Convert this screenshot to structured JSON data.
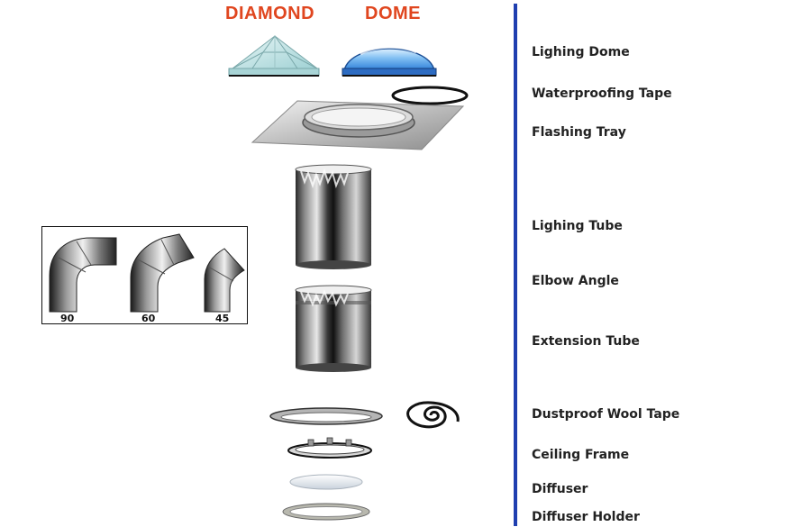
{
  "domes": {
    "diamond_title": "DIAMOND",
    "dome_title": "DOME"
  },
  "parts": [
    {
      "label": "Lighing Dome"
    },
    {
      "label": "Waterproofing Tape"
    },
    {
      "label": "Flashing Tray"
    },
    {
      "label": "Lighing Tube"
    },
    {
      "label": "Elbow Angle"
    },
    {
      "label": "Extension Tube"
    },
    {
      "label": "Dustproof Wool Tape"
    },
    {
      "label": "Ceiling Frame"
    },
    {
      "label": "Diffuser"
    },
    {
      "label": "Diffuser Holder"
    }
  ],
  "elbows": {
    "angles": [
      "90",
      "60",
      "45"
    ]
  },
  "colors": {
    "title_accent": "#e0461f",
    "divider": "#1f3fb0",
    "dome_blue": "#3d8de0",
    "diamond_teal": "#bfe3e3"
  }
}
